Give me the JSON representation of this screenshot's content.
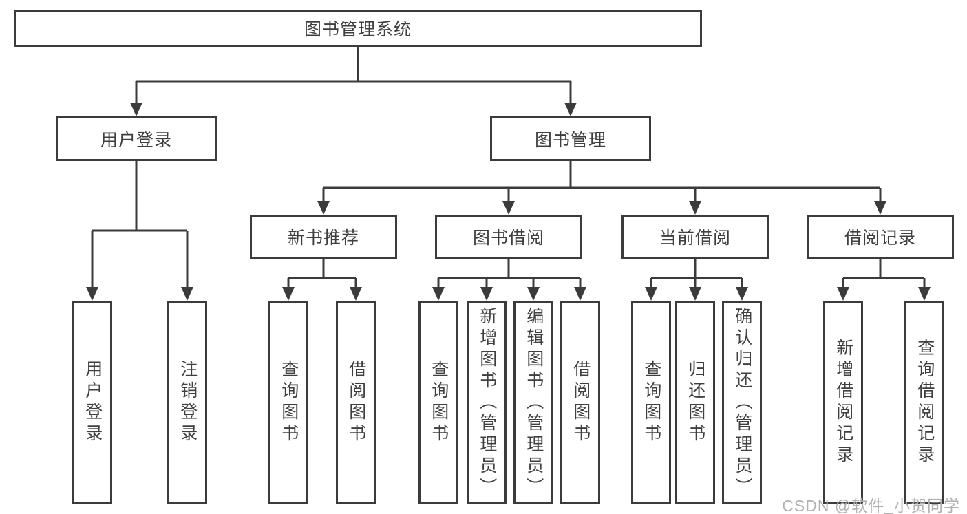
{
  "colors": {
    "line": "#3b3b3b",
    "text": "#3f3f3f",
    "background": "#ffffff",
    "watermark_text": "#b0b0b0"
  },
  "watermark": "CSDN @软件_小贺同学",
  "nodes": {
    "root": "图书管理系统",
    "level2": [
      "用户登录",
      "图书管理"
    ],
    "level3": [
      "新书推荐",
      "图书借阅",
      "当前借阅",
      "借阅记录"
    ],
    "leaves": [
      "用户登录",
      "注销登录",
      "查询图书",
      "借阅图书",
      "查询图书",
      "新增图书（管理员）",
      "编辑图书（管理员）",
      "借阅图书",
      "查询图书",
      "归还图书",
      "确认归还（管理员）",
      "新增借阅记录",
      "查询借阅记录"
    ]
  },
  "hierarchy": {
    "图书管理系统": [
      "用户登录",
      "图书管理"
    ],
    "用户登录": [
      "用户登录",
      "注销登录"
    ],
    "图书管理": [
      "新书推荐",
      "图书借阅",
      "当前借阅",
      "借阅记录"
    ],
    "新书推荐": [
      "查询图书",
      "借阅图书"
    ],
    "图书借阅": [
      "查询图书",
      "新增图书（管理员）",
      "编辑图书（管理员）",
      "借阅图书"
    ],
    "当前借阅": [
      "查询图书",
      "归还图书",
      "确认归还（管理员）"
    ],
    "借阅记录": [
      "新增借阅记录",
      "查询借阅记录"
    ]
  }
}
